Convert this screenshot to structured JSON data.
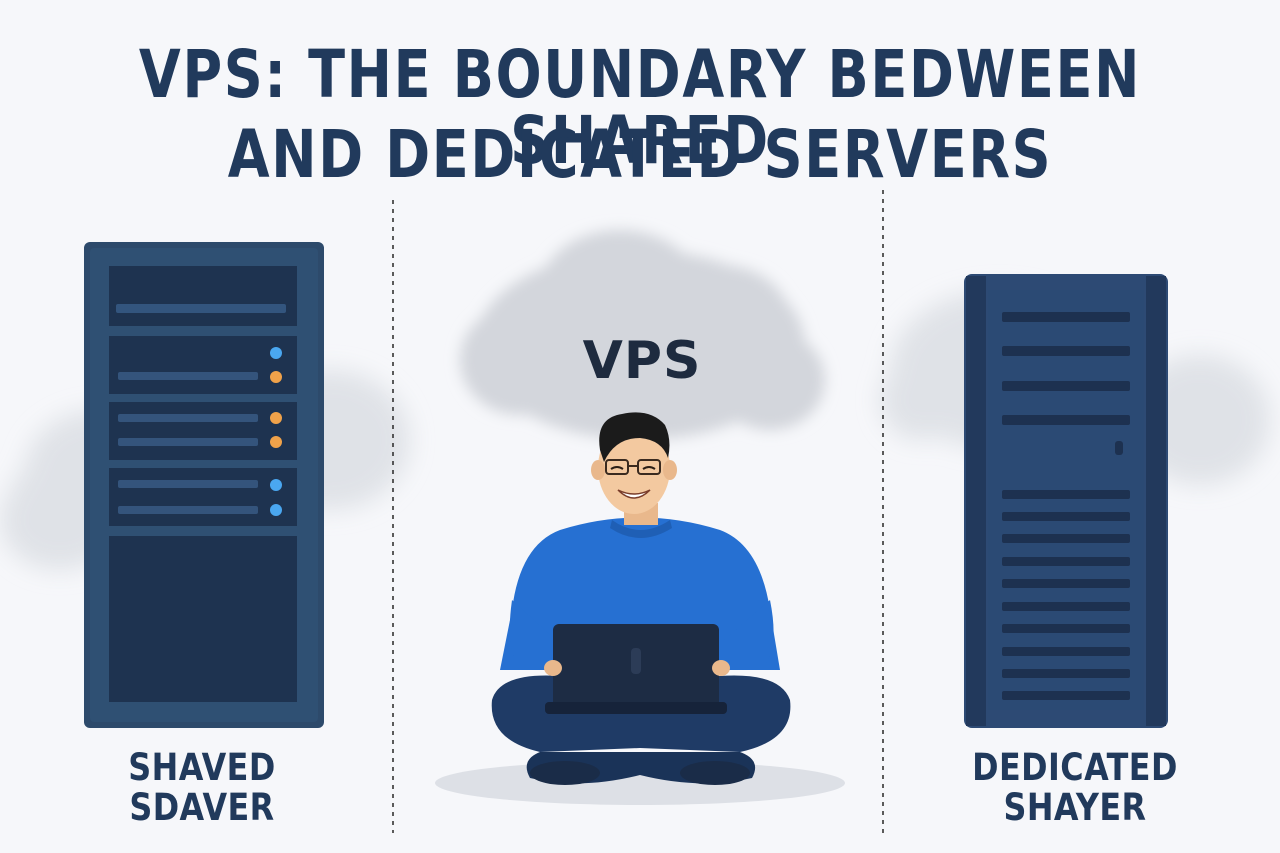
{
  "colors": {
    "navy": "#213a5c",
    "navy_dark": "#1d2c44",
    "cloud": "#d3d6dc",
    "shirt_blue": "#2670d2",
    "led_blue": "#4aa7f0",
    "led_orange": "#f0a24a",
    "skin": "#f3c9a0",
    "hair": "#1b1b1b",
    "pants": "#1f3b66"
  },
  "headline": {
    "line1": "VPS: THE BOUNDARY BEDWEEN SHARED",
    "line2": "AND DEDICATED SERVERS"
  },
  "center": {
    "cloud_label": "VPS"
  },
  "left_panel": {
    "caption_line1": "SHAVED",
    "caption_line2": "SDAVER",
    "icon": "server-rack-icon"
  },
  "right_panel": {
    "caption_line1": "DEDICATED",
    "caption_line2": "SHAYER",
    "icon": "tower-server-icon"
  }
}
